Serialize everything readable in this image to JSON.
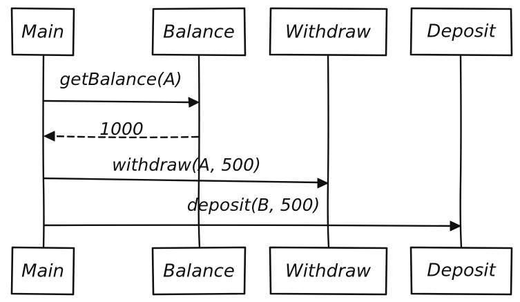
{
  "participants": [
    {
      "id": "main",
      "label": "Main"
    },
    {
      "id": "balance",
      "label": "Balance"
    },
    {
      "id": "withdraw",
      "label": "Withdraw"
    },
    {
      "id": "deposit",
      "label": "Deposit"
    }
  ],
  "messages": [
    {
      "from": "main",
      "to": "balance",
      "label": "getBalance(A)",
      "style": "solid"
    },
    {
      "from": "balance",
      "to": "main",
      "label": "1000",
      "style": "dashed"
    },
    {
      "from": "main",
      "to": "withdraw",
      "label": "withdraw(A, 500)",
      "style": "solid"
    },
    {
      "from": "main",
      "to": "deposit",
      "label": "deposit(B, 500)",
      "style": "solid"
    }
  ]
}
